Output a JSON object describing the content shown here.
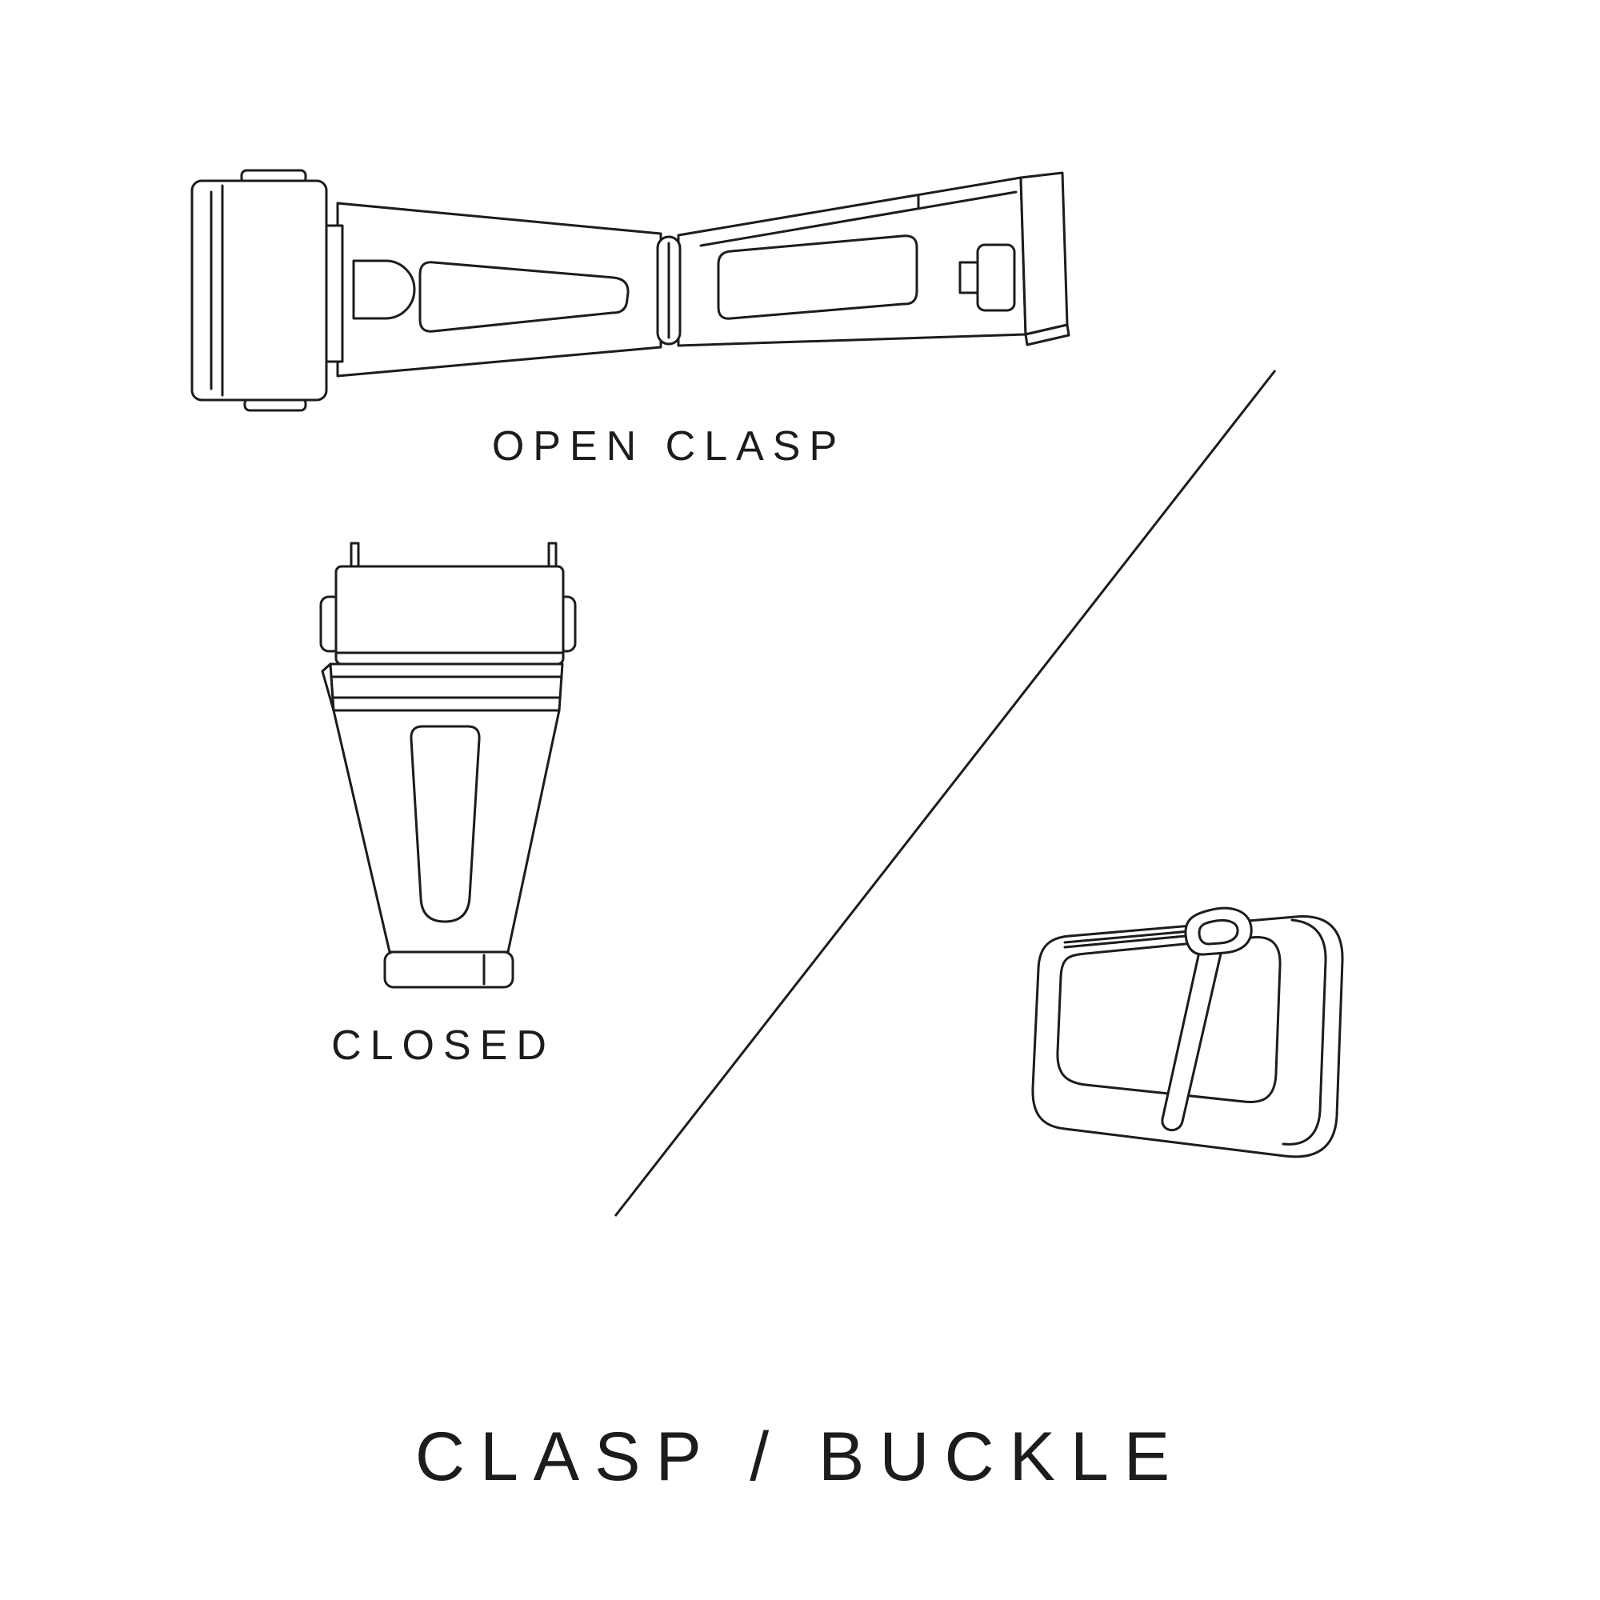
{
  "page": {
    "background": "#ffffff",
    "ink": "#1c1c1c"
  },
  "figures": {
    "open_clasp": {
      "caption": "OPEN CLASP"
    },
    "closed_clasp": {
      "caption": "CLOSED"
    },
    "buckle": {}
  },
  "drawings": {
    "open_clasp": "open-deployant-clasp-line-art",
    "closed_clasp": "closed-clasp-line-art",
    "buckle": "tang-buckle-line-art",
    "divider": "diagonal-divider-line"
  },
  "title": {
    "text": "CLASP / BUCKLE"
  }
}
